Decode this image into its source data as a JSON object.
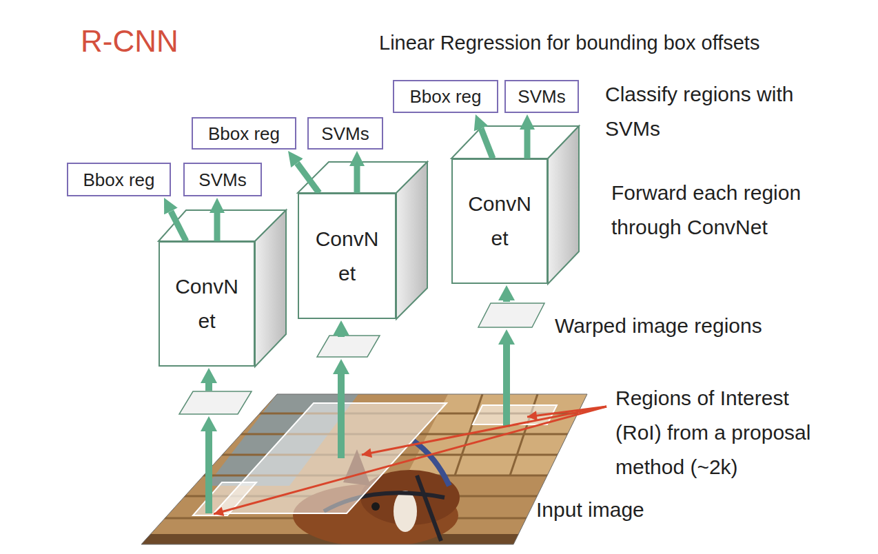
{
  "diagram": {
    "title": "R-CNN",
    "nodes": [
      {
        "text": [
          "Bbox reg"
        ]
      },
      {
        "text": [
          "SVMs"
        ]
      },
      {
        "text": [
          "ConvN et"
        ]
      },
      {
        "text": [
          "Bbox reg"
        ]
      },
      {
        "text": [
          "SVMs"
        ]
      },
      {
        "text": [
          "ConvN et"
        ]
      },
      {
        "text": [
          "Bbox reg"
        ]
      },
      {
        "text": [
          "SVMs"
        ]
      },
      {
        "text": [
          "ConvN et"
        ]
      }
    ],
    "edges": [
      {
        "from": 2,
        "to": 0,
        "arrow": "to"
      },
      {
        "from": 2,
        "to": 1,
        "arrow": "to"
      },
      {
        "from": 5,
        "to": 3,
        "arrow": "to"
      },
      {
        "from": 5,
        "to": 4,
        "arrow": "to"
      },
      {
        "from": 8,
        "to": 6,
        "arrow": "to"
      },
      {
        "from": 8,
        "to": 7,
        "arrow": "to"
      }
    ],
    "labels": [
      "Linear Regression for bounding box offsets",
      "Classify regions with SVMs",
      "Forward each region through ConvNet",
      "Warped image regions",
      "Regions of Interest (RoI) from a proposal method (~2k)",
      "Input image"
    ]
  }
}
